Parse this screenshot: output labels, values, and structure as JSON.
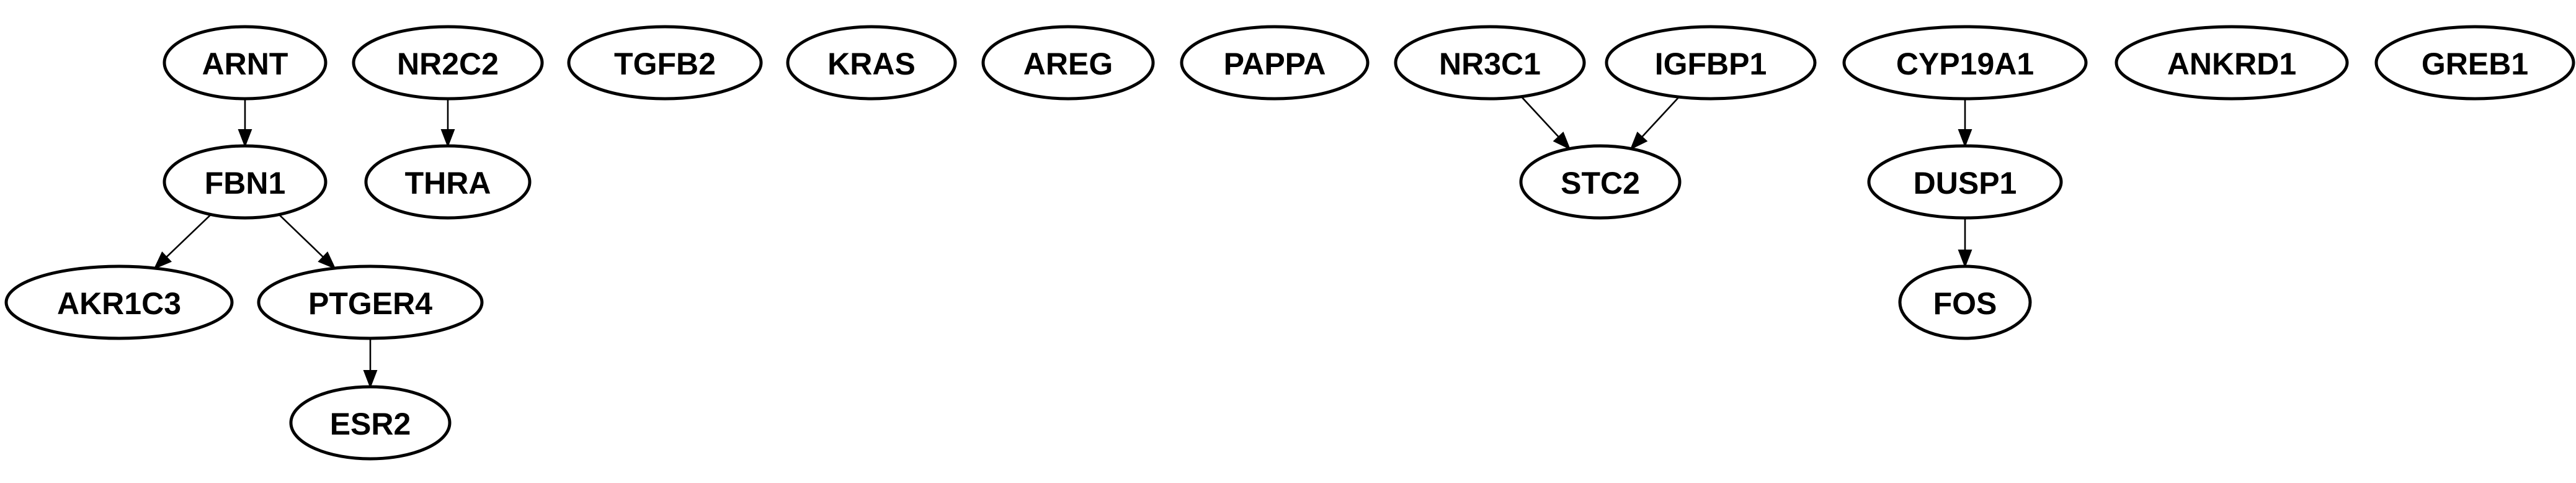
{
  "graph": {
    "nodes": [
      {
        "id": "ARNT",
        "label": "ARNT"
      },
      {
        "id": "NR2C2",
        "label": "NR2C2"
      },
      {
        "id": "TGFB2",
        "label": "TGFB2"
      },
      {
        "id": "KRAS",
        "label": "KRAS"
      },
      {
        "id": "AREG",
        "label": "AREG"
      },
      {
        "id": "PAPPA",
        "label": "PAPPA"
      },
      {
        "id": "NR3C1",
        "label": "NR3C1"
      },
      {
        "id": "IGFBP1",
        "label": "IGFBP1"
      },
      {
        "id": "CYP19A1",
        "label": "CYP19A1"
      },
      {
        "id": "ANKRD1",
        "label": "ANKRD1"
      },
      {
        "id": "GREB1",
        "label": "GREB1"
      },
      {
        "id": "FBN1",
        "label": "FBN1"
      },
      {
        "id": "THRA",
        "label": "THRA"
      },
      {
        "id": "STC2",
        "label": "STC2"
      },
      {
        "id": "DUSP1",
        "label": "DUSP1"
      },
      {
        "id": "AKR1C3",
        "label": "AKR1C3"
      },
      {
        "id": "PTGER4",
        "label": "PTGER4"
      },
      {
        "id": "FOS",
        "label": "FOS"
      },
      {
        "id": "ESR2",
        "label": "ESR2"
      }
    ],
    "edges": [
      {
        "from": "ARNT",
        "to": "FBN1"
      },
      {
        "from": "NR2C2",
        "to": "THRA"
      },
      {
        "from": "NR3C1",
        "to": "STC2"
      },
      {
        "from": "IGFBP1",
        "to": "STC2"
      },
      {
        "from": "CYP19A1",
        "to": "DUSP1"
      },
      {
        "from": "FBN1",
        "to": "AKR1C3"
      },
      {
        "from": "FBN1",
        "to": "PTGER4"
      },
      {
        "from": "PTGER4",
        "to": "ESR2"
      },
      {
        "from": "DUSP1",
        "to": "FOS"
      }
    ]
  }
}
